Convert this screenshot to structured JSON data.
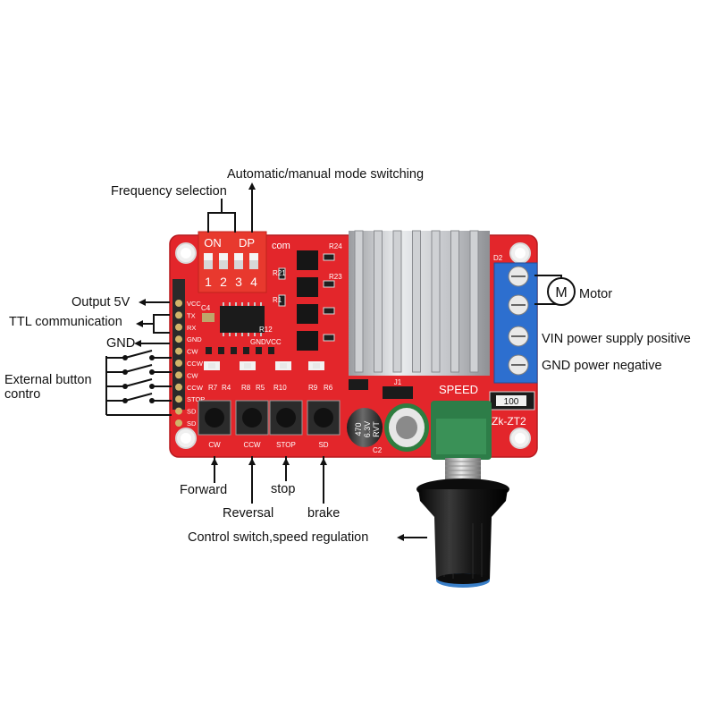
{
  "callouts": {
    "auto_manual": "Automatic/manual mode switching",
    "frequency": "Frequency selection",
    "output5v": "Output 5V",
    "ttl": "TTL communication",
    "gnd": "GND",
    "ext_button_line1": "External button",
    "ext_button_line2": "contro",
    "motor": "Motor",
    "vin": "VIN power supply positive",
    "gnd_neg": "GND power negative",
    "forward": "Forward",
    "reversal": "Reversal",
    "stop": "stop",
    "brake": "brake",
    "control": "Control switch,speed regulation"
  },
  "board": {
    "dip_on": "ON",
    "dip_dp": "DP",
    "dip_numbers": [
      "1",
      "2",
      "3",
      "4"
    ],
    "pins": [
      "VCC",
      "TX",
      "RX",
      "GND",
      "CW",
      "CCW",
      "CW",
      "CCW",
      "STOP",
      "SD",
      "SD"
    ],
    "button_labels": [
      "CW",
      "CCW",
      "STOP",
      "SD"
    ],
    "speed": "SPEED",
    "model": "Zk-ZT2",
    "resistor": "100",
    "com": "com",
    "cap_text": [
      "470",
      "6.3V",
      "RVT"
    ],
    "motor_symbol": "M",
    "silk": [
      "R24",
      "R21",
      "R23",
      "R1",
      "R12",
      "C4",
      "C2",
      "D2",
      "J1",
      "GNDVCC",
      "R7",
      "R4",
      "R8",
      "R5",
      "R10",
      "R9",
      "R6"
    ]
  }
}
